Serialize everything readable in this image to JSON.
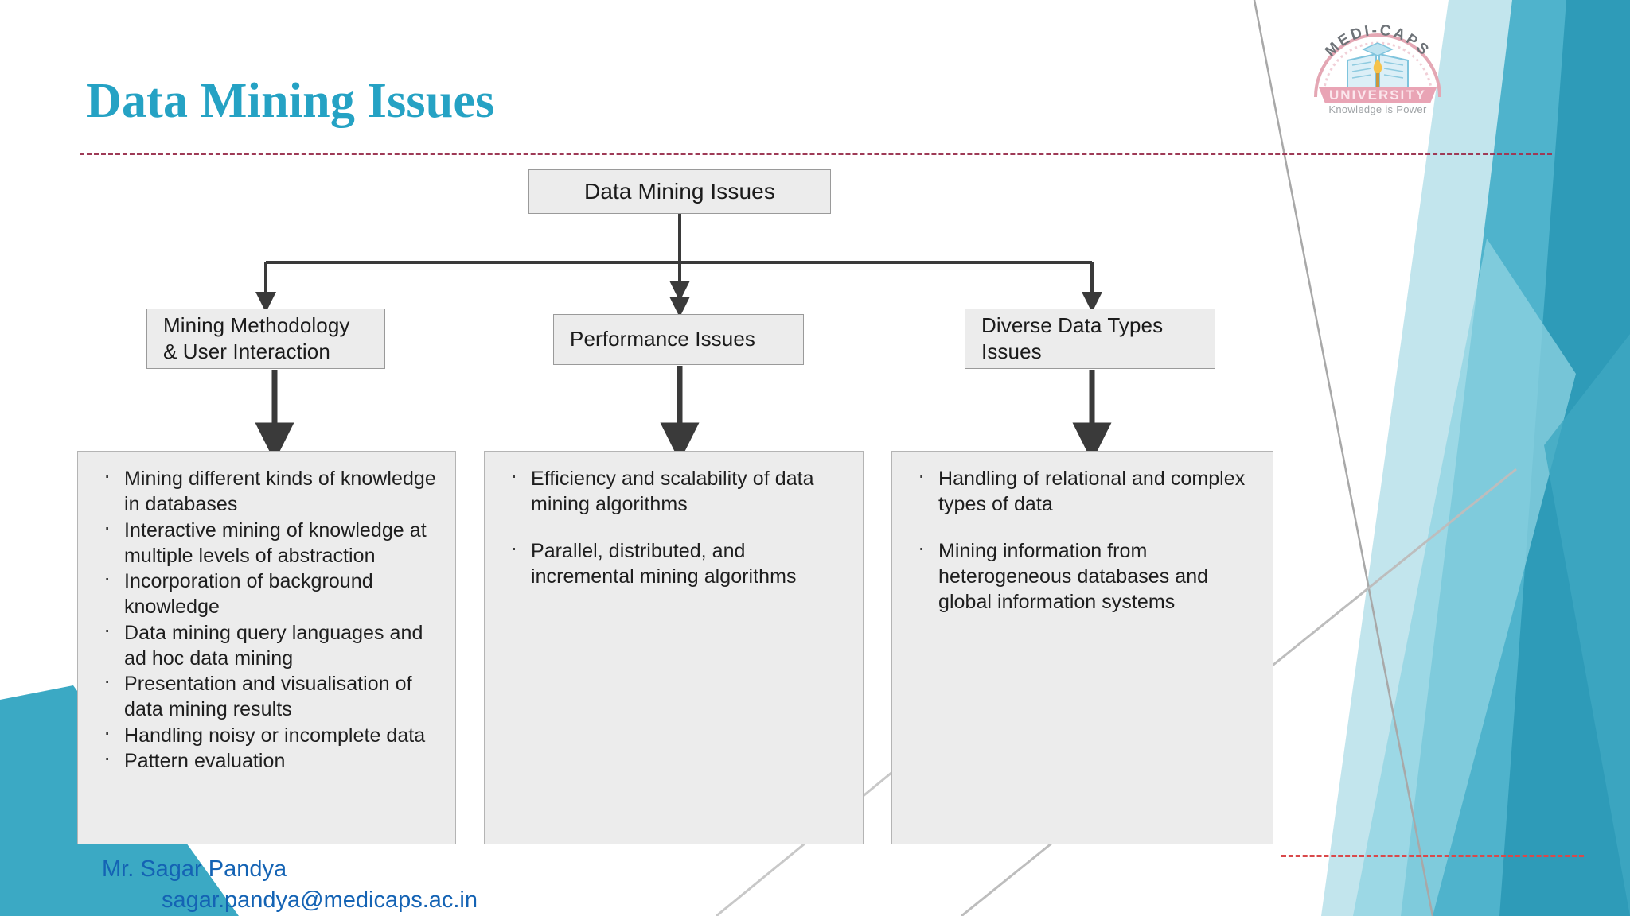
{
  "slide": {
    "title": "Data Mining Issues",
    "accent_color": "#25A2C4",
    "rule_color": "#9E3A56",
    "node_fill": "#ECECEC",
    "footer_color": "#1463B4"
  },
  "logo": {
    "name": "medi-caps-university-logo",
    "arc_text": "MEDI-CAPS",
    "ribbon_text": "UNIVERSITY",
    "tagline": "Knowledge is Power"
  },
  "diagram": {
    "type": "tree",
    "root": {
      "label": "Data Mining Issues"
    },
    "branches": [
      {
        "id": "mining-methodology",
        "label": "Mining Methodology\n& User Interaction",
        "label_line1": "Mining Methodology",
        "label_line2": "& User Interaction",
        "bullets": [
          "Mining different kinds of knowledge in databases",
          "Interactive mining of knowledge at multiple levels of abstraction",
          "Incorporation of background knowledge",
          "Data mining query languages and ad hoc data mining",
          "Presentation and visualisation of data mining results",
          "Handling noisy or incomplete data",
          "Pattern evaluation"
        ]
      },
      {
        "id": "performance-issues",
        "label": "Performance Issues",
        "label_line1": "Performance Issues",
        "label_line2": "",
        "bullets": [
          "Efficiency and scalability of data mining algorithms",
          "Parallel, distributed, and incremental mining algorithms"
        ]
      },
      {
        "id": "diverse-data-types",
        "label": "Diverse Data Types\nIssues",
        "label_line1": "Diverse Data Types",
        "label_line2": "Issues",
        "bullets": [
          "Handling of relational and complex types of data",
          "Mining information from heterogeneous databases and global information systems"
        ]
      }
    ]
  },
  "footer": {
    "presenter": "Mr. Sagar Pandya",
    "email": "sagar.pandya@medicaps.ac.in"
  }
}
